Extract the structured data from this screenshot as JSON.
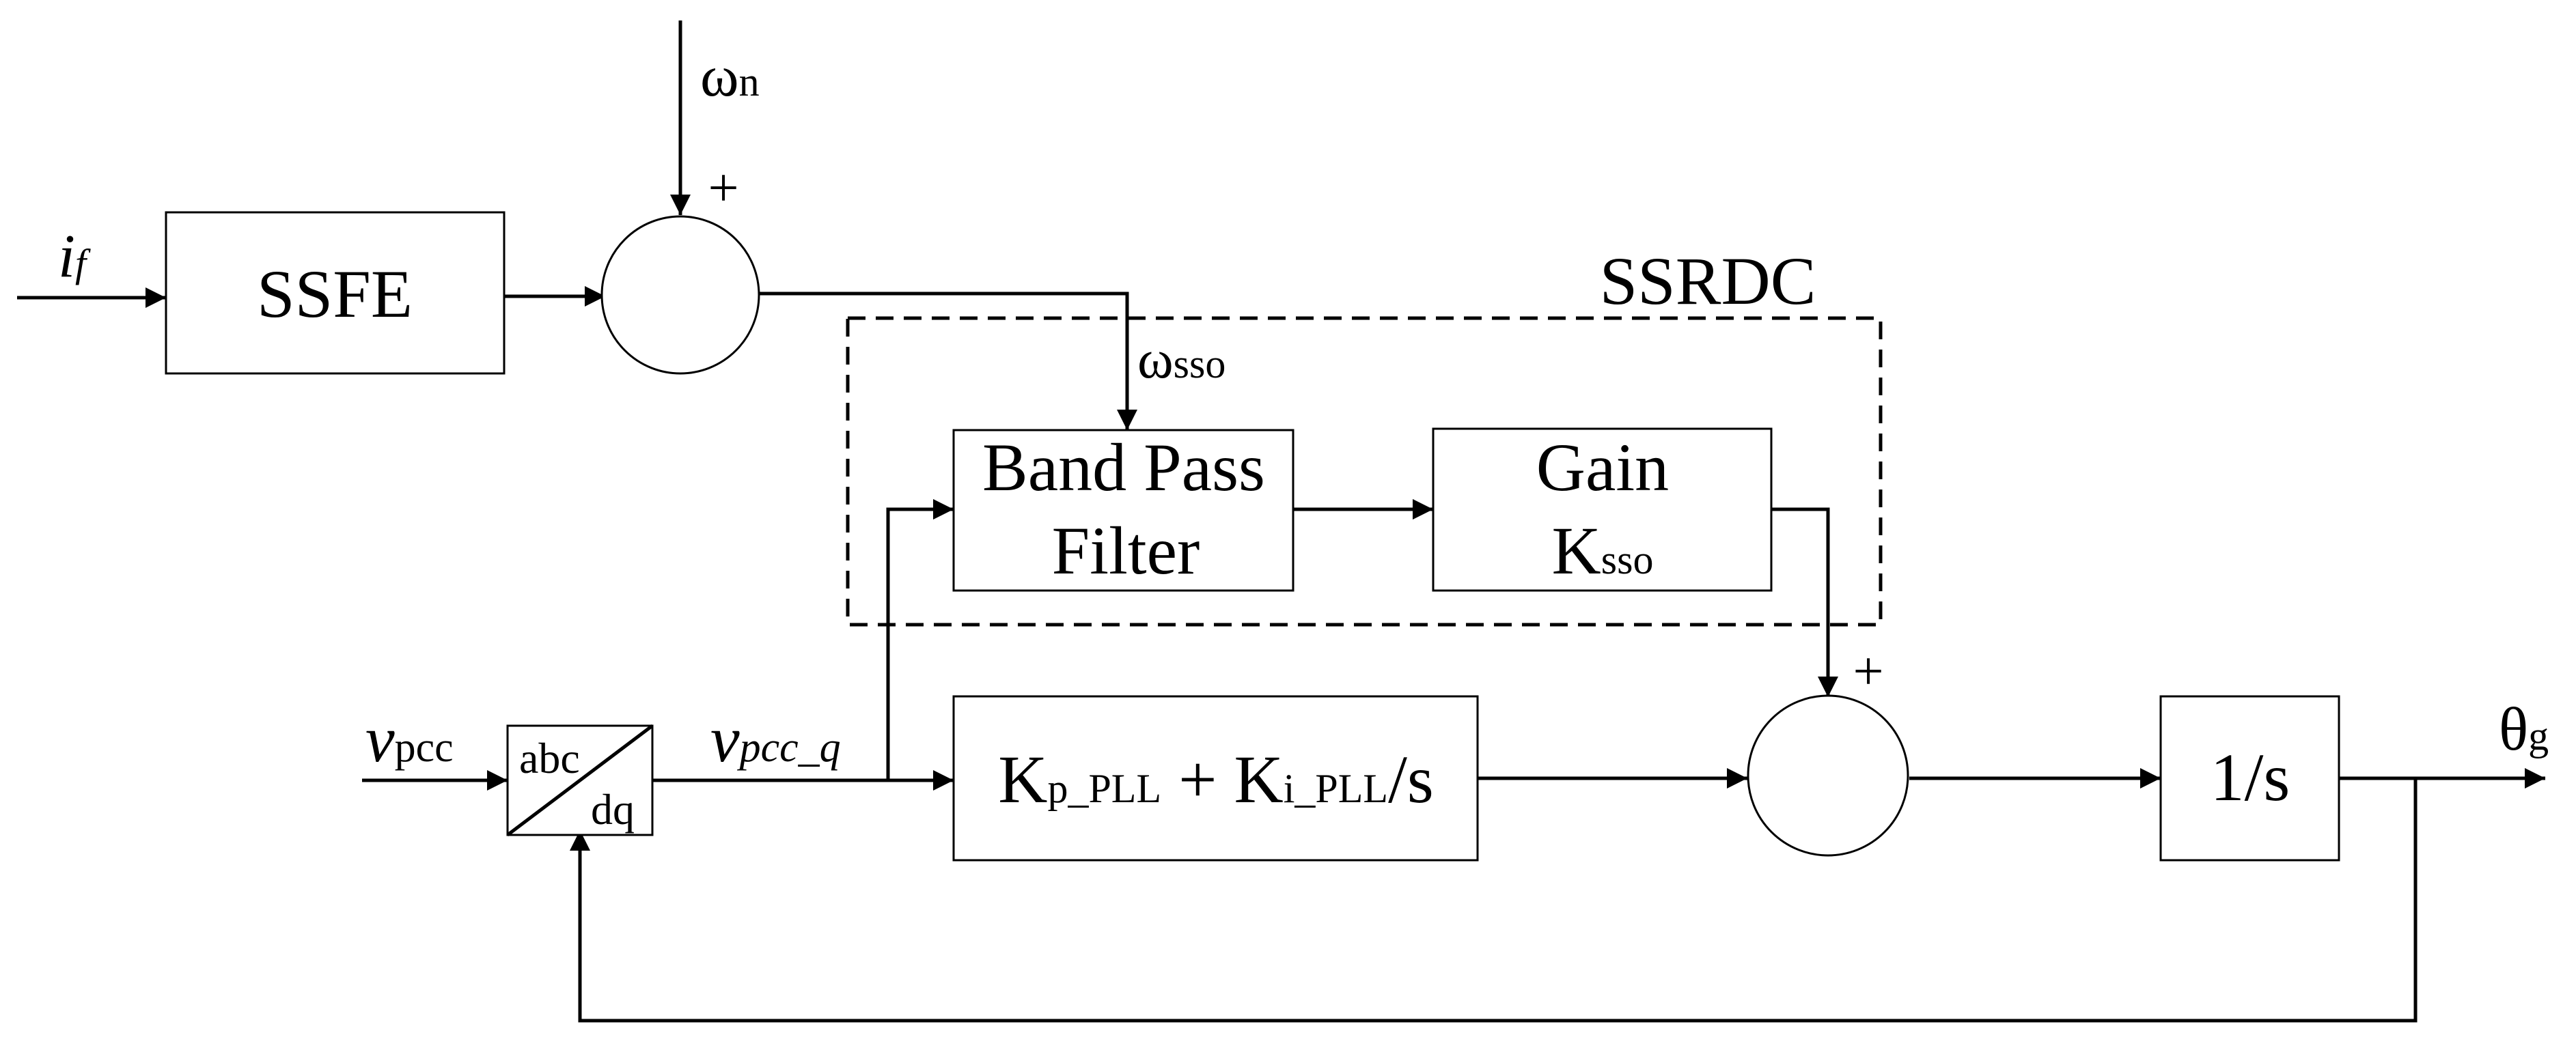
{
  "blocks": {
    "ssfe": "SSFE",
    "bpf_line1": "Band Pass",
    "bpf_line2": "Filter",
    "gain_line1": "Gain",
    "gain_k": "K",
    "gain_k_sub": "sso",
    "pi_kp": "K",
    "pi_kp_sub": "p_PLL",
    "pi_plus": " + ",
    "pi_ki": "K",
    "pi_ki_sub": "i_PLL",
    "pi_tail": "/s",
    "integrator": "1/s",
    "abc": "abc",
    "dq": "dq"
  },
  "region": {
    "ssrdc": "SSRDC"
  },
  "signals": {
    "if_main": "i",
    "if_sub": "f",
    "omega_n_main": "ω",
    "omega_n_sub": "n",
    "omega_sso_main": "ω",
    "omega_sso_sub": "sso",
    "vpcc_main": "v",
    "vpcc_sub": "pcc",
    "vpccq_main": "v",
    "vpccq_sub": "pcc_q",
    "theta_main": "θ",
    "theta_sub": "g"
  },
  "signs": {
    "sum1_top": "+",
    "sum2_top": "+"
  }
}
